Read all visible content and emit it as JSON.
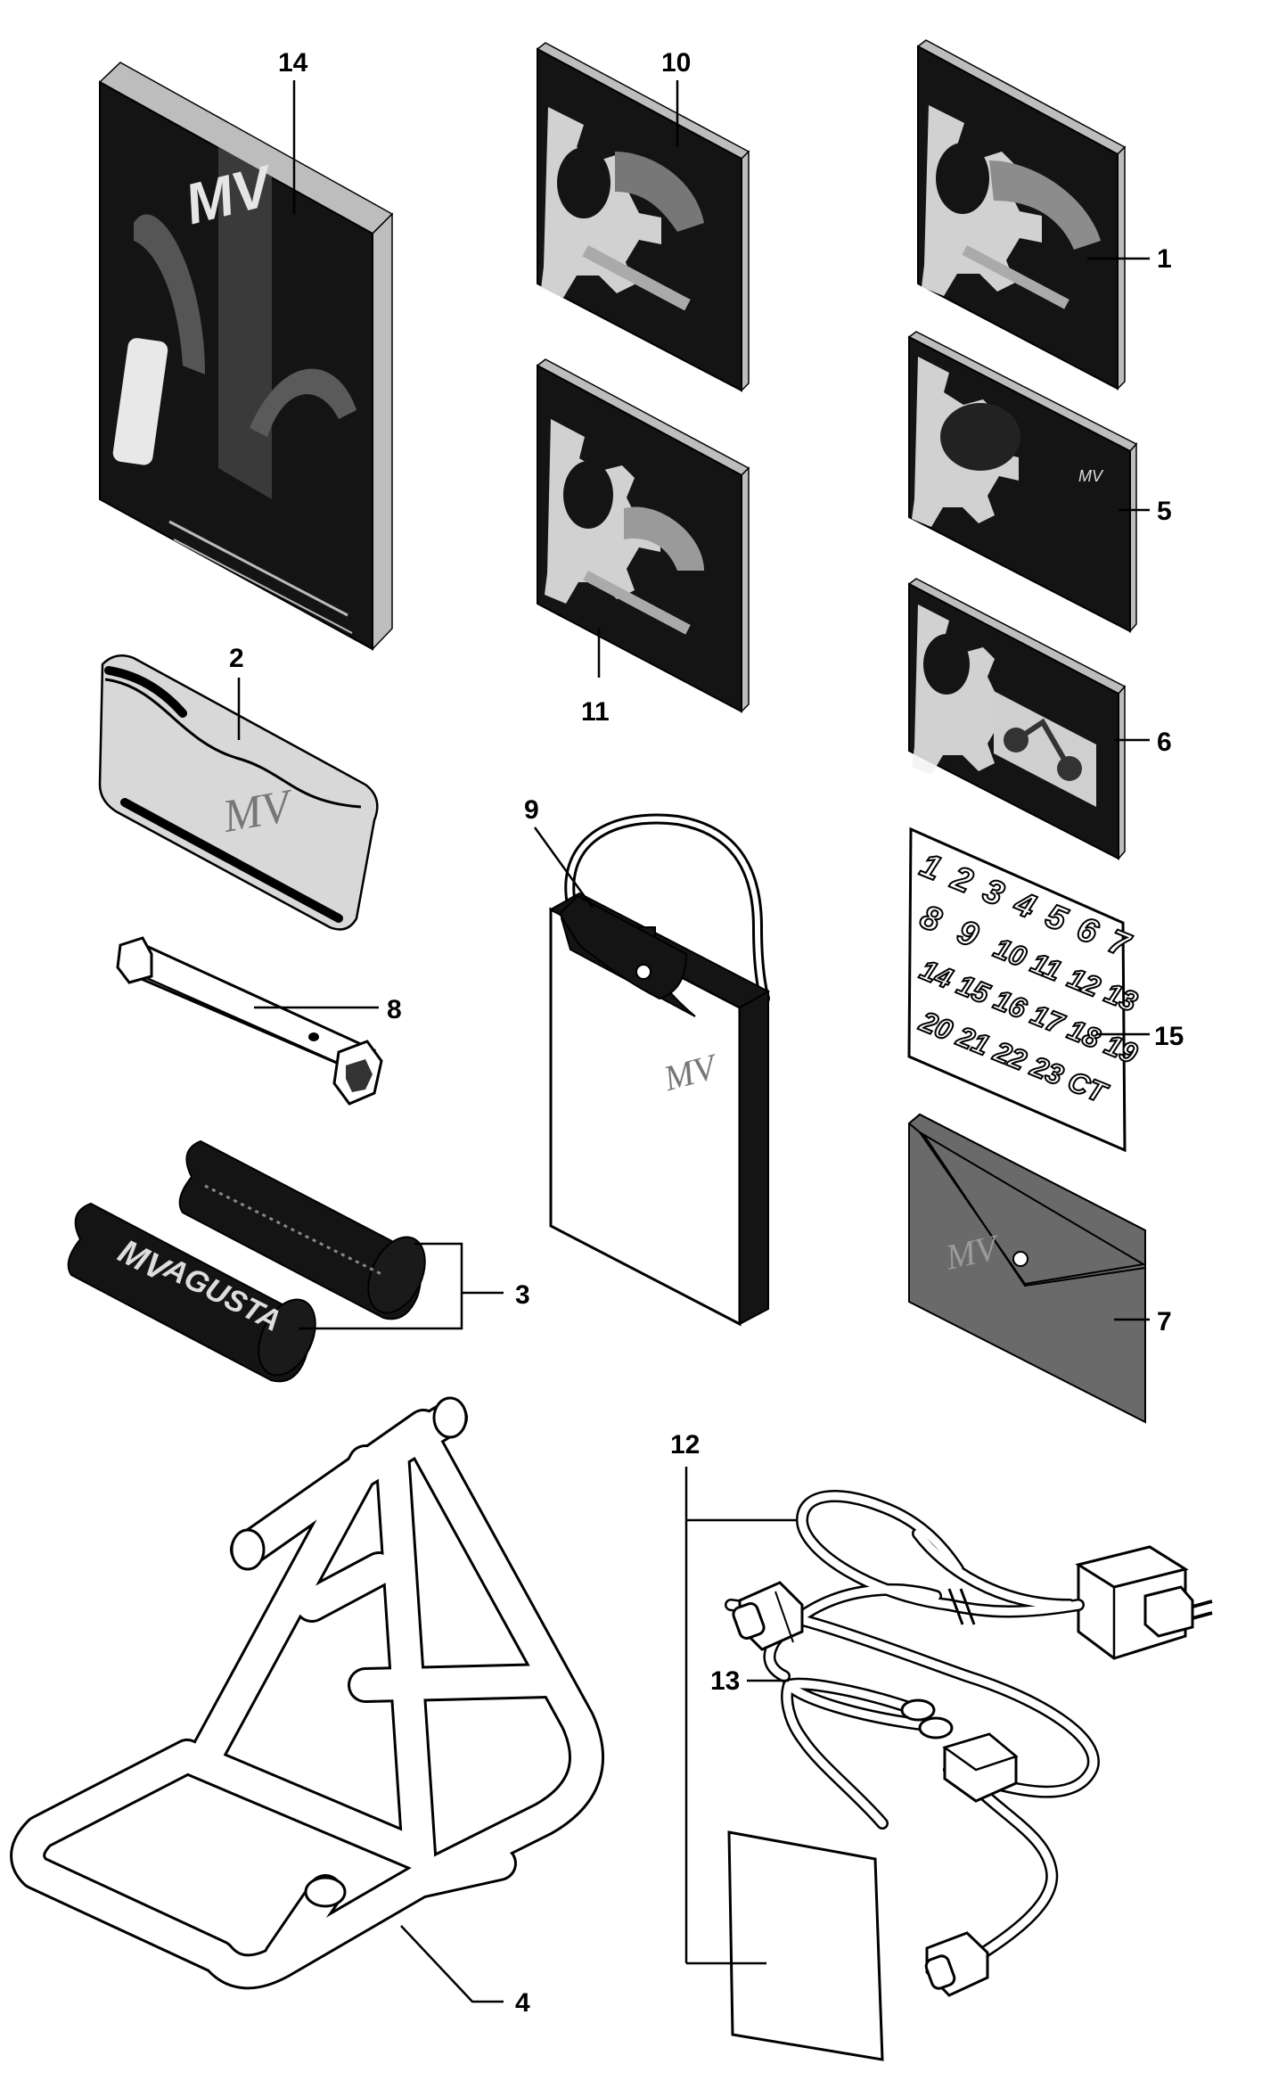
{
  "diagram": {
    "callouts": [
      {
        "id": "1",
        "label": "1"
      },
      {
        "id": "2",
        "label": "2"
      },
      {
        "id": "3",
        "label": "3"
      },
      {
        "id": "4",
        "label": "4"
      },
      {
        "id": "5",
        "label": "5"
      },
      {
        "id": "6",
        "label": "6"
      },
      {
        "id": "7",
        "label": "7"
      },
      {
        "id": "8",
        "label": "8"
      },
      {
        "id": "9",
        "label": "9"
      },
      {
        "id": "10",
        "label": "10"
      },
      {
        "id": "11",
        "label": "11"
      },
      {
        "id": "12",
        "label": "12"
      },
      {
        "id": "13",
        "label": "13"
      },
      {
        "id": "14",
        "label": "14"
      },
      {
        "id": "15",
        "label": "15"
      }
    ],
    "sticker_numbers": [
      "1",
      "2",
      "3",
      "4",
      "5",
      "6",
      "7",
      "8",
      "9",
      "10",
      "11",
      "12",
      "13",
      "14",
      "15",
      "16",
      "17",
      "18",
      "19",
      "20",
      "21",
      "22",
      "23",
      "CT"
    ],
    "grip_brand": "AGUSTA",
    "grip_logo": "MV",
    "manual_brand": "MV"
  }
}
